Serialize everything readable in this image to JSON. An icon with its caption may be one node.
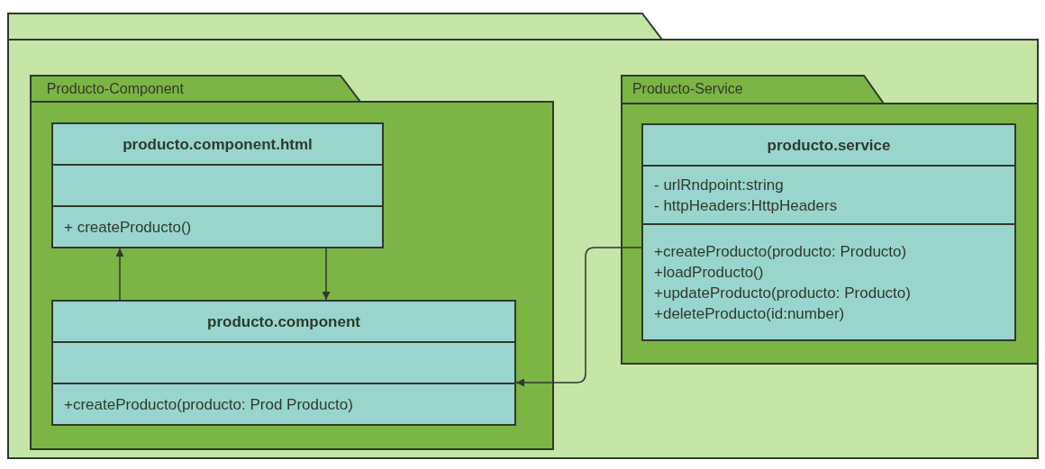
{
  "diagram": {
    "nodes": [
      {
        "text": [],
        "shape": "box"
      },
      {
        "text": [
          "Producto-Component"
        ],
        "in": 0
      },
      {
        "text": [
          "producto.component.html",
          "+ createProducto()"
        ],
        "in": 1
      },
      {
        "text": [
          "producto.component",
          "+createProducto(producto: Prod Producto)"
        ],
        "in": 1
      },
      {
        "text": [
          "Producto-Service"
        ],
        "in": 0
      },
      {
        "text": [
          "producto.service",
          "- urlRndpoint:string",
          "- httpHeaders:HttpHeaders",
          "+createProducto(producto: Producto)",
          "+loadProducto()",
          "+updateProducto(producto: Producto)",
          "+deleteProducto(id:number)"
        ],
        "in": 4
      }
    ],
    "edges": [
      {
        "from": 3,
        "to": 2,
        "arrow": "to"
      },
      {
        "from": 2,
        "to": 3,
        "arrow": "to"
      },
      {
        "from": 5,
        "to": 3,
        "arrow": "to"
      }
    ]
  }
}
